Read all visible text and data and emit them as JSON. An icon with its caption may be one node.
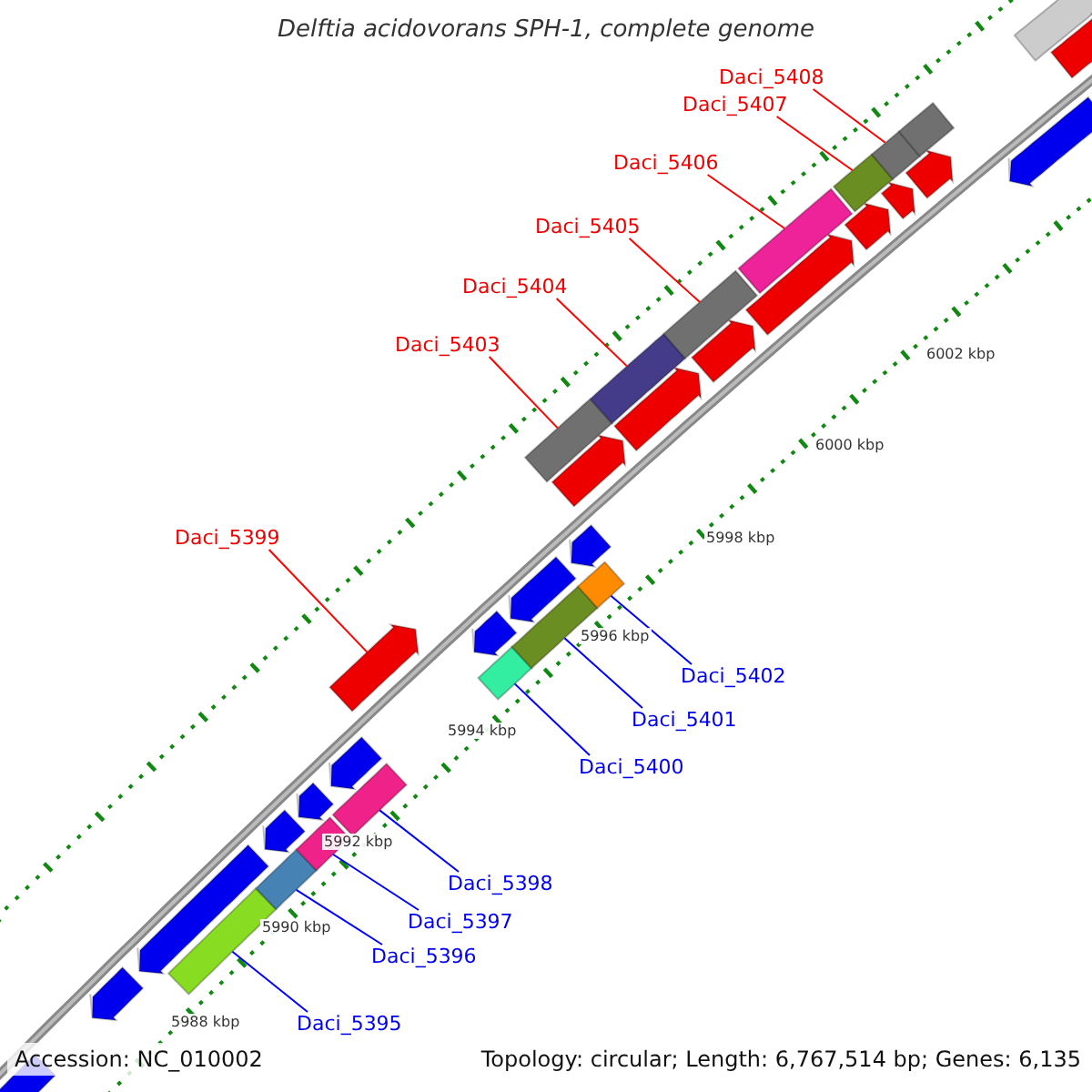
{
  "diagram": {
    "title": "Delftia acidovorans SPH-1, complete genome",
    "nodes": [
      {
        "text": [
          "Daci_5408"
        ]
      },
      {
        "text": [
          "Daci_5407"
        ]
      },
      {
        "text": [
          "Daci_5406"
        ]
      },
      {
        "text": [
          "Daci_5405"
        ]
      },
      {
        "text": [
          "Daci_5404"
        ]
      },
      {
        "text": [
          "Daci_5403"
        ]
      },
      {
        "text": [
          "Daci_5399"
        ]
      },
      {
        "text": [
          "Daci_5402"
        ]
      },
      {
        "text": [
          "Daci_5401"
        ]
      },
      {
        "text": [
          "Daci_5400"
        ]
      },
      {
        "text": [
          "Daci_5398"
        ]
      },
      {
        "text": [
          "Daci_5397"
        ]
      },
      {
        "text": [
          "Daci_5396"
        ]
      },
      {
        "text": [
          "Daci_5395"
        ]
      },
      {
        "text": [],
        "shape": "bar"
      },
      {
        "text": [],
        "shape": "bar"
      },
      {
        "text": [],
        "shape": "bar"
      },
      {
        "text": [],
        "shape": "bar"
      },
      {
        "text": [],
        "shape": "bar"
      },
      {
        "text": [],
        "shape": "bar"
      },
      {
        "text": [],
        "shape": "bar"
      },
      {
        "text": [],
        "shape": "bar"
      },
      {
        "text": [],
        "shape": "bar"
      },
      {
        "text": [],
        "shape": "bar"
      },
      {
        "text": [],
        "shape": "bar"
      },
      {
        "text": [],
        "shape": "bar"
      },
      {
        "text": [],
        "shape": "bar"
      },
      {
        "text": [],
        "shape": "bar"
      },
      {
        "text": [],
        "shape": "bar"
      },
      {
        "text": [],
        "shape": "bar"
      },
      {
        "text": [],
        "shape": "bar"
      },
      {
        "text": [],
        "shape": "bar"
      },
      {
        "text": [],
        "shape": "bar"
      },
      {
        "text": [],
        "shape": "bar"
      },
      {
        "text": [],
        "shape": "bar"
      },
      {
        "text": [],
        "shape": "bar"
      },
      {
        "text": [],
        "shape": "bar"
      },
      {
        "text": [],
        "shape": "bar"
      },
      {
        "text": [],
        "shape": "bar"
      },
      {
        "text": [],
        "shape": "bar"
      },
      {
        "text": [],
        "shape": "bar"
      },
      {
        "text": [],
        "shape": "bar"
      },
      {
        "text": [],
        "shape": "bar"
      },
      {
        "text": [],
        "shape": "bar"
      },
      {
        "text": [],
        "shape": "bar"
      },
      {
        "text": [],
        "shape": "bar"
      },
      {
        "text": [],
        "shape": "bar"
      },
      {
        "text": [],
        "shape": "bar"
      }
    ],
    "edges": [
      {
        "from": 0,
        "to": 27,
        "arrow": "none",
        "color": "#ff0000"
      },
      {
        "from": 1,
        "to": 26,
        "arrow": "none",
        "color": "#ff0000"
      },
      {
        "from": 2,
        "to": 25,
        "arrow": "none",
        "color": "#ff0000"
      },
      {
        "from": 3,
        "to": 24,
        "arrow": "none",
        "color": "#ff0000"
      },
      {
        "from": 4,
        "to": 23,
        "arrow": "none",
        "color": "#ff0000"
      },
      {
        "from": 5,
        "to": 22,
        "arrow": "none",
        "color": "#ff0000"
      },
      {
        "from": 6,
        "to": 18,
        "arrow": "none",
        "color": "#ff0000"
      },
      {
        "from": 7,
        "to": 21,
        "arrow": "none",
        "color": "#0000ff"
      },
      {
        "from": 8,
        "to": 20,
        "arrow": "none",
        "color": "#0000ff"
      },
      {
        "from": 9,
        "to": 19,
        "arrow": "none",
        "color": "#0000ff"
      },
      {
        "from": 10,
        "to": 17,
        "arrow": "none",
        "color": "#0000ff"
      },
      {
        "from": 11,
        "to": 16,
        "arrow": "none",
        "color": "#0000ff"
      },
      {
        "from": 12,
        "to": 15,
        "arrow": "none",
        "color": "#0000ff"
      },
      {
        "from": 13,
        "to": 14,
        "arrow": "none",
        "color": "#0000ff"
      }
    ],
    "labels": [
      "6002 kbp",
      "6000 kbp",
      "5998 kbp",
      "5996 kbp",
      "5994 kbp",
      "5992 kbp",
      "5990 kbp",
      "5988 kbp",
      "Accession: NC_010002",
      "Topology: circular; Length: 6,767,514 bp; Genes: 6,135"
    ]
  }
}
